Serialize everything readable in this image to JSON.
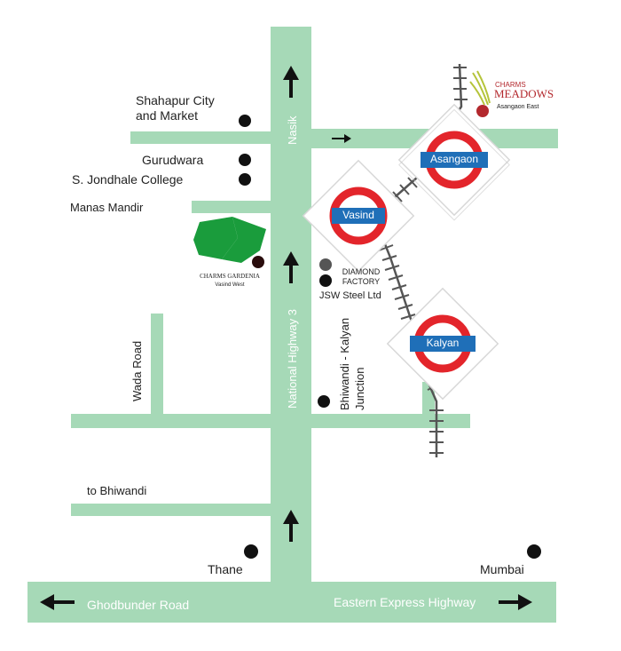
{
  "roads": {
    "national_highway": "National Highway 3",
    "nasik": "Nasik",
    "ghodbunder": "Ghodbunder Road",
    "eastern_express": "Eastern Express Highway",
    "wada": "Wada Road"
  },
  "places": {
    "shahapur": "Shahapur City and Market",
    "gurudwara": "Gurudwara",
    "jondhale": "S. Jondhale College",
    "manas_mandir": "Manas Mandir",
    "diamond_factory": "DIAMOND FACTORY",
    "jsw": "JSW Steel Ltd",
    "bhiwandi_kalyan": "Bhiwandi - Kalyan Junction",
    "to_bhiwandi": "to Bhiwandi",
    "thane": "Thane",
    "mumbai": "Mumbai"
  },
  "stations": {
    "asangaon": "Asangaon",
    "vasind": "Vasind",
    "kalyan": "Kalyan"
  },
  "projects": {
    "meadows_brand": "CHARMS",
    "meadows_name": "MEADOWS",
    "meadows_location": "Asangaon East",
    "gardenia_name": "CHARMS GARDENIA",
    "gardenia_location": "Vasind West"
  },
  "colors": {
    "road": "#a6d9b7",
    "station_ring": "#e3252b",
    "station_bar": "#1f6fb8",
    "gardenia_green": "#1a9c3c",
    "meadows_red": "#b3282d",
    "meadows_leaf": "#b5c43a"
  }
}
